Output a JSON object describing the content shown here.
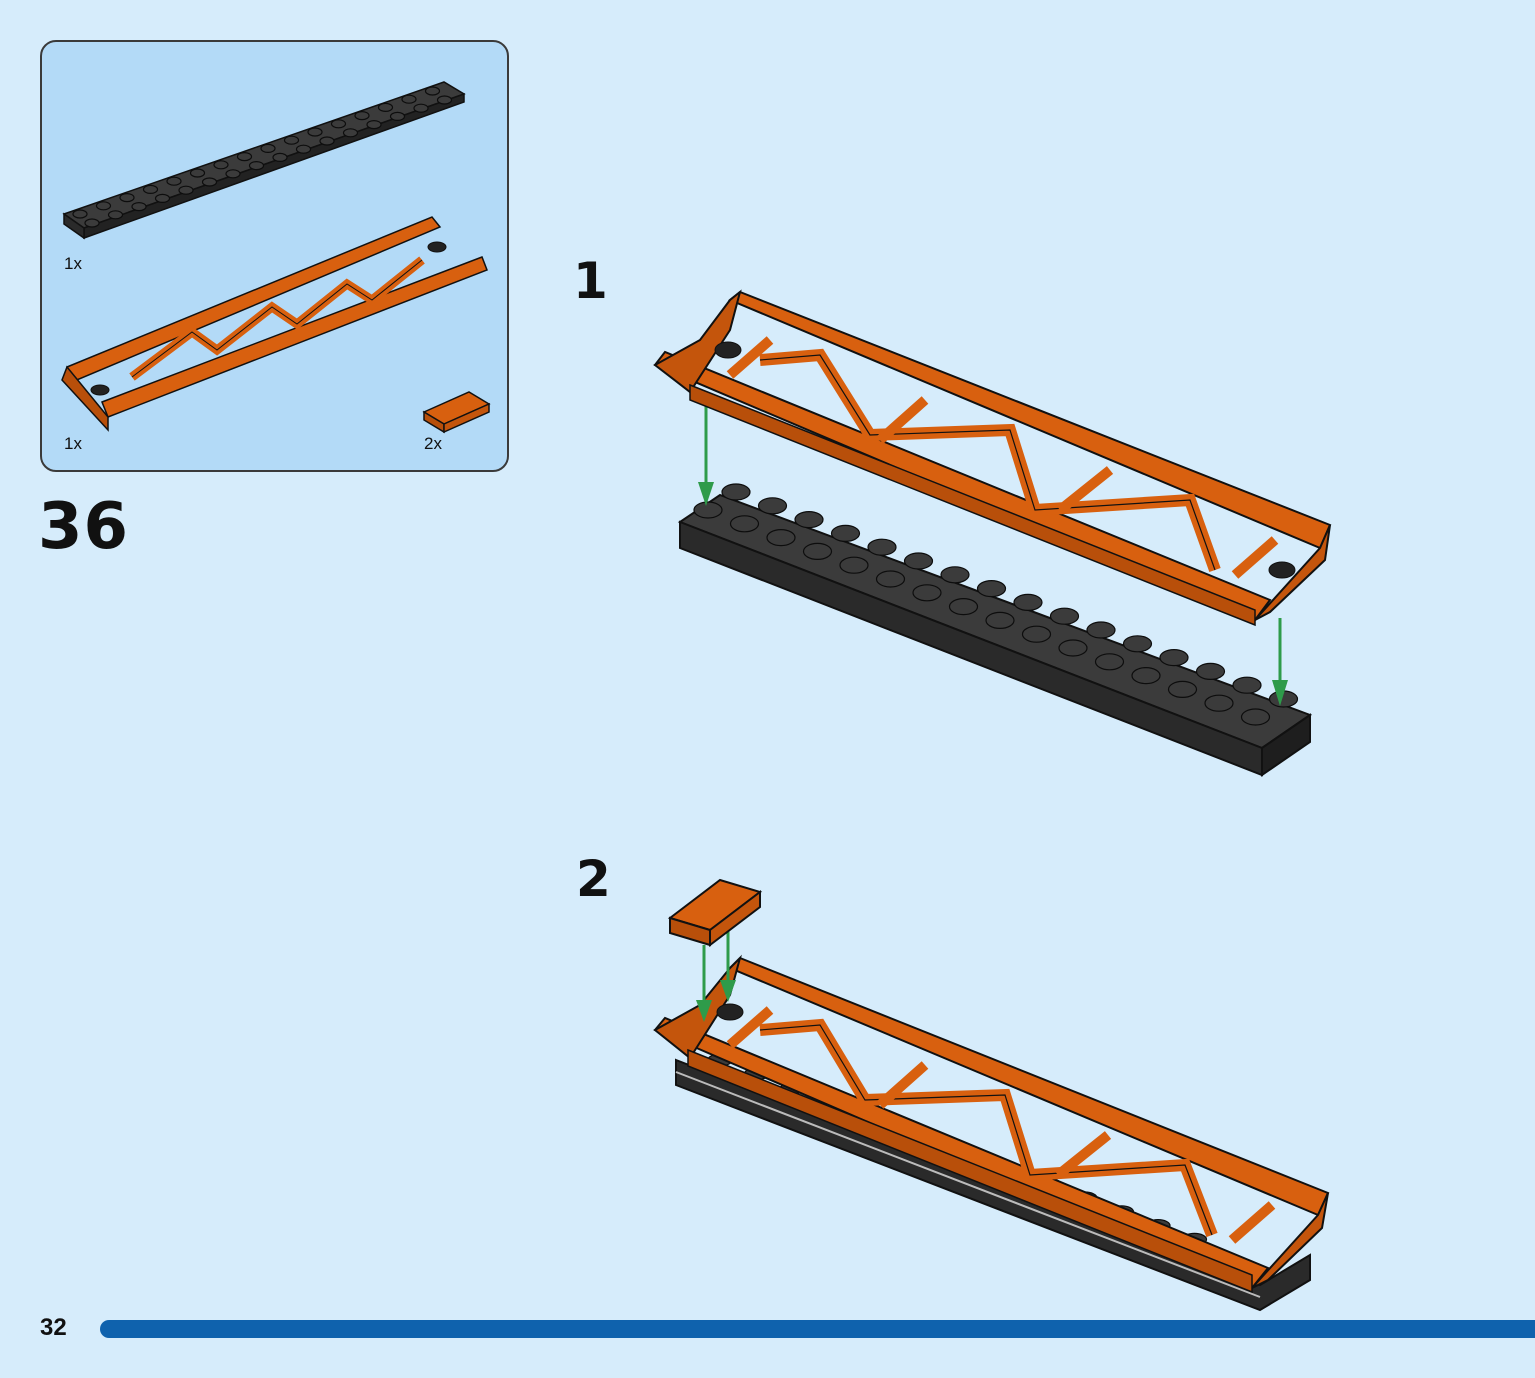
{
  "page": {
    "number": "32"
  },
  "parts_list": {
    "items": [
      {
        "name": "black plate 2x16",
        "quantity": "1x",
        "color": "#3b3b3b"
      },
      {
        "name": "orange lattice girder",
        "quantity": "1x",
        "color": "#d8600f"
      },
      {
        "name": "orange tile 1x2",
        "quantity": "2x",
        "color": "#d8600f"
      }
    ]
  },
  "step": {
    "number": "36"
  },
  "sub_steps": [
    {
      "label": "1"
    },
    {
      "label": "2"
    }
  ],
  "colors": {
    "background": "#d6ecfb",
    "parts_box": "#b3daf7",
    "orange": "#d8600f",
    "black_plate": "#3b3b3b",
    "arrow": "#2e9b4a",
    "page_bar": "#0f62ad"
  }
}
